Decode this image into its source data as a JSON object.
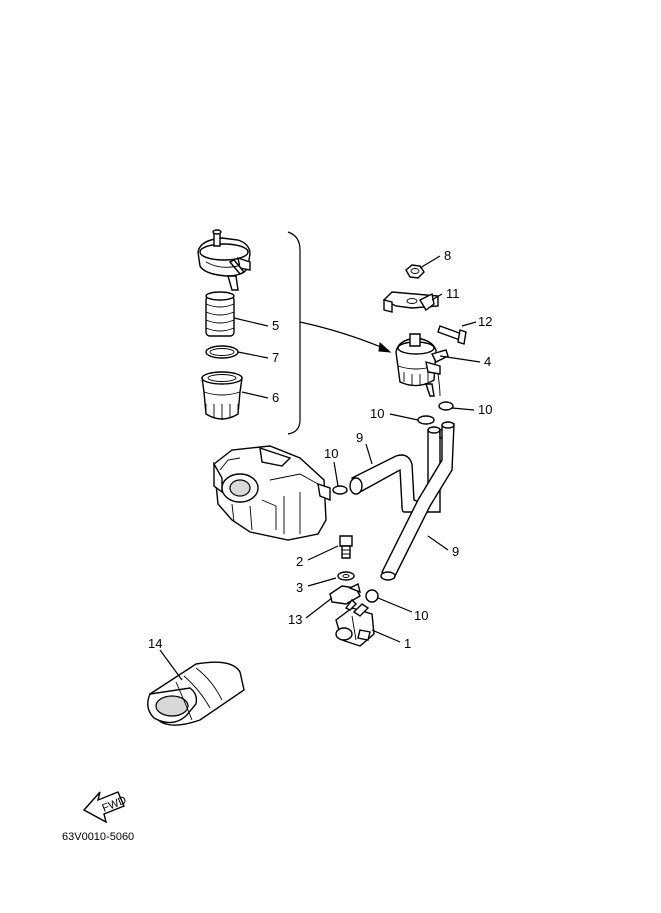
{
  "labels": {
    "p1": "1",
    "p2": "2",
    "p3": "3",
    "p4": "4",
    "p5": "5",
    "p6": "6",
    "p7": "7",
    "p8": "8",
    "p9a": "9",
    "p9b": "9",
    "p10a": "10",
    "p10b": "10",
    "p10c": "10",
    "p10d": "10",
    "p11": "11",
    "p12": "12",
    "p13": "13",
    "p14": "14"
  },
  "fwd_text": "FWD",
  "diagram_code": "63V0010-5060"
}
